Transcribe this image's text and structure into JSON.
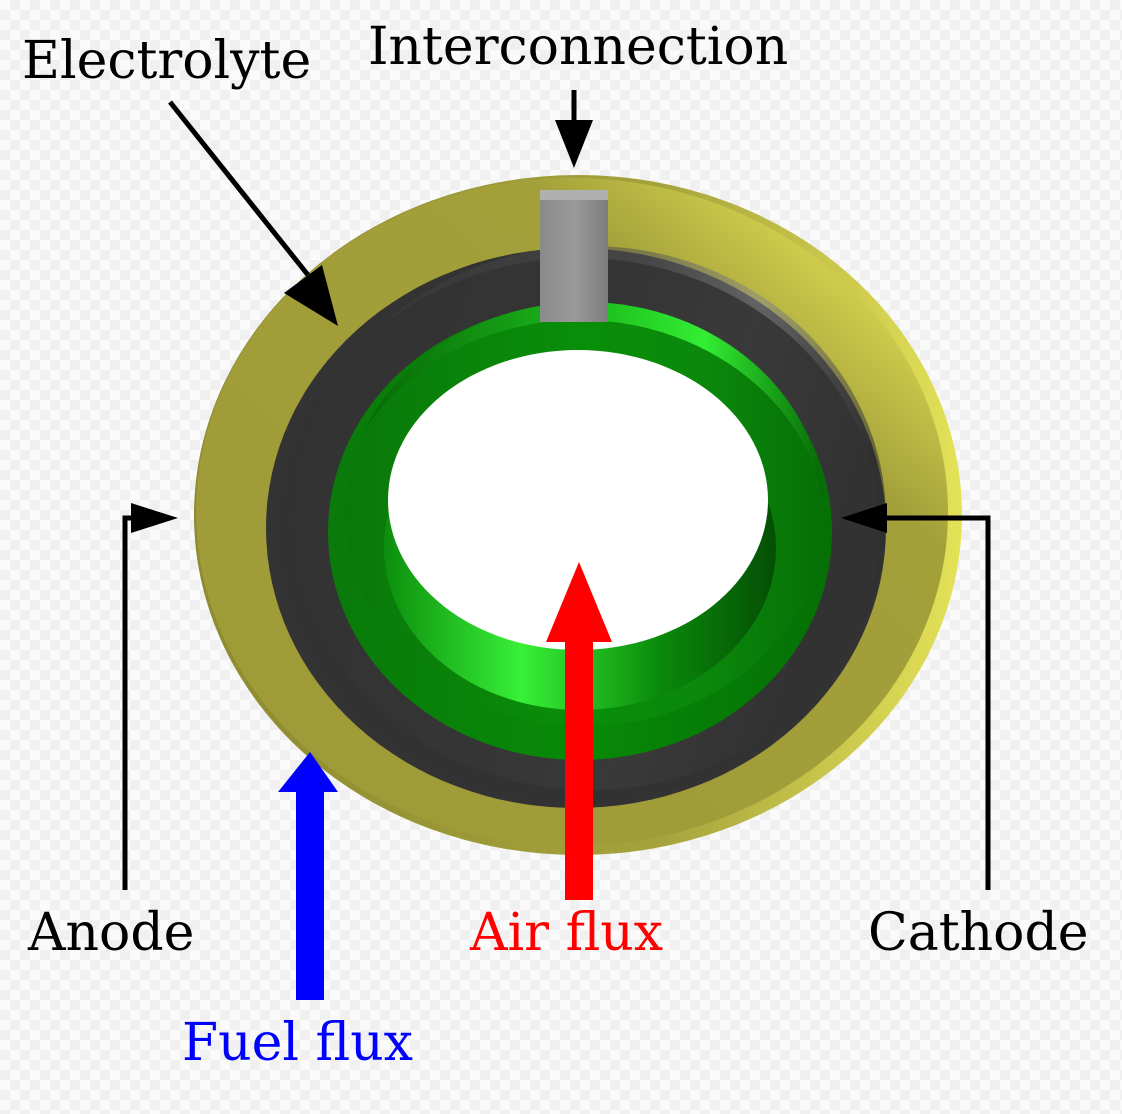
{
  "labels": {
    "electrolyte": "Electrolyte",
    "interconnection": "Interconnection",
    "anode": "Anode",
    "cathode": "Cathode",
    "air_flux": "Air flux",
    "fuel_flux": "Fuel flux"
  },
  "colors": {
    "outer_ring": "#9e9a38",
    "outer_ring_highlight": "#e8e65a",
    "dark_ring": "#333333",
    "inner_ring": "#058c05",
    "inner_ring_highlight": "#33ee33",
    "interconnection": "#888888",
    "air_arrow": "#ff0000",
    "fuel_arrow": "#0000ff",
    "label_text": "#000000"
  }
}
